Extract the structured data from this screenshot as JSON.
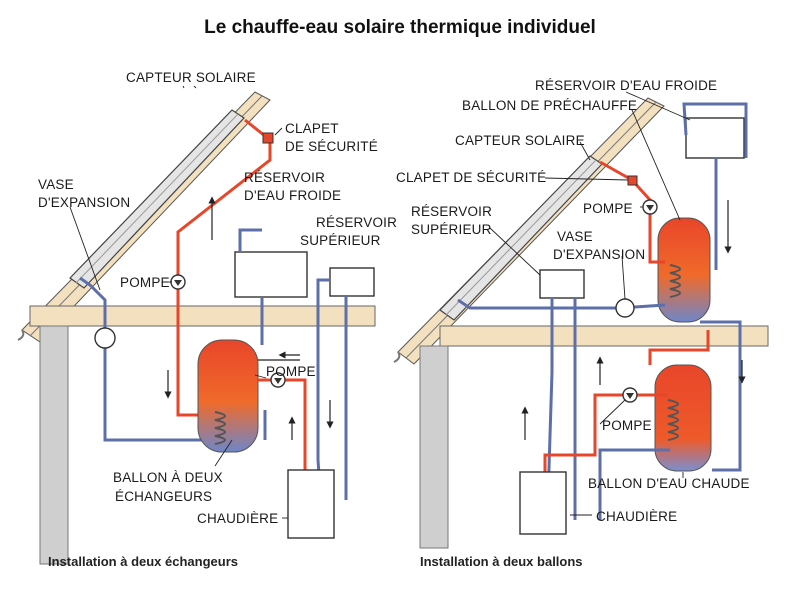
{
  "title": "Le chauffe-eau solaire thermique individuel",
  "left": {
    "caption": "Installation à deux échangeurs",
    "labels": {
      "capteur": "CAPTEUR SOLAIRE",
      "clapet_1": "CLAPET",
      "clapet_2": "DE SÉCURITÉ",
      "vase_1": "VASE",
      "vase_2": "D'EXPANSION",
      "reservoir_froid_1": "RÉSERVOIR",
      "reservoir_froid_2": "D'EAU FROIDE",
      "reservoir_sup_1": "RÉSERVOIR",
      "reservoir_sup_2": "SUPÉRIEUR",
      "pompe_1": "POMPE",
      "pompe_2": "POMPE",
      "ballon_1": "BALLON À DEUX",
      "ballon_2": "ÉCHANGEURS",
      "chaudiere": "CHAUDIÈRE"
    }
  },
  "right": {
    "caption": "Installation à deux ballons",
    "labels": {
      "reservoir_froid": "RÉSERVOIR D'EAU FROIDE",
      "prechauffe": "BALLON DE PRÉCHAUFFE",
      "capteur": "CAPTEUR SOLAIRE",
      "clapet": "CLAPET DE SÉCURITÉ",
      "reservoir_sup_1": "RÉSERVOIR",
      "reservoir_sup_2": "SUPÉRIEUR",
      "pompe_1": "POMPE",
      "vase_1": "VASE",
      "vase_2": "D'EXPANSION",
      "pompe_2": "POMPE",
      "ballon_chaude": "BALLON D'EAU CHAUDE",
      "chaudiere": "CHAUDIÈRE"
    }
  },
  "colors": {
    "hot": "#e8462a",
    "cold": "#5d6fa8",
    "wood": "#f3e0bf",
    "wall": "#c9c9c9"
  }
}
